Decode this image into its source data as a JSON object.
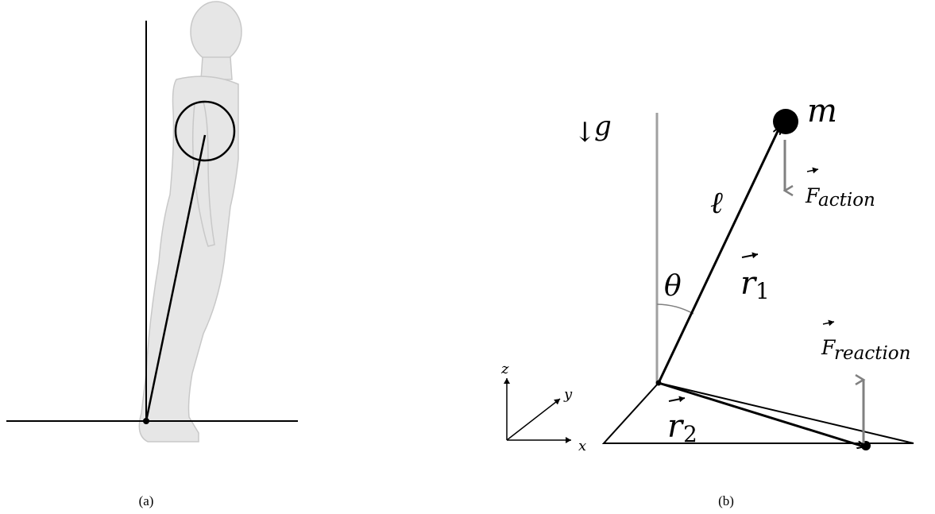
{
  "panel_a": {
    "caption": "(a)"
  },
  "panel_b": {
    "caption": "(b)",
    "gravity_arrow": "↓",
    "gravity_symbol": "g",
    "mass_label": "m",
    "length_label": "ℓ",
    "angle_label": "θ",
    "r1_label": "r",
    "r1_subscript": "1",
    "r2_label": "r",
    "r2_subscript": "2",
    "f_action_label": "F",
    "f_action_subscript": "action",
    "f_reaction_label": "F",
    "f_reaction_subscript": "reaction",
    "axis_x": "x",
    "axis_y": "y",
    "axis_z": "z"
  },
  "colors": {
    "line": "#000000",
    "vector_gray": "#808080",
    "body_fill": "#e6e6e6",
    "body_stroke": "#c8c8c8"
  }
}
